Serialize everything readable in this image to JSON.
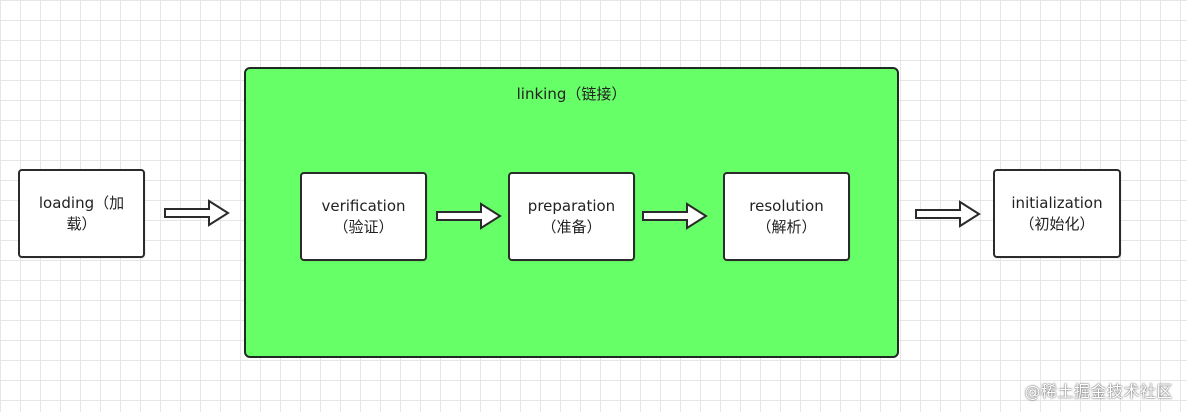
{
  "diagram": {
    "group": {
      "title": "linking（链接）",
      "fill_color": "#67ff67"
    },
    "nodes": {
      "loading": {
        "line1": "loading（加",
        "line2": "载）"
      },
      "verification": {
        "line1": "verification",
        "line2": "（验证）"
      },
      "preparation": {
        "line1": "preparation",
        "line2": "（准备）"
      },
      "resolution": {
        "line1": "resolution",
        "line2": "（解析）"
      },
      "initialization": {
        "line1": "initialization",
        "line2": "（初始化）"
      }
    },
    "edges": [
      {
        "from": "loading",
        "to": "linking"
      },
      {
        "from": "verification",
        "to": "preparation"
      },
      {
        "from": "preparation",
        "to": "resolution"
      },
      {
        "from": "linking",
        "to": "initialization"
      }
    ],
    "arrow_icon": "block-right-arrow-icon"
  },
  "watermark": {
    "text": "@稀土掘金技术社区"
  }
}
